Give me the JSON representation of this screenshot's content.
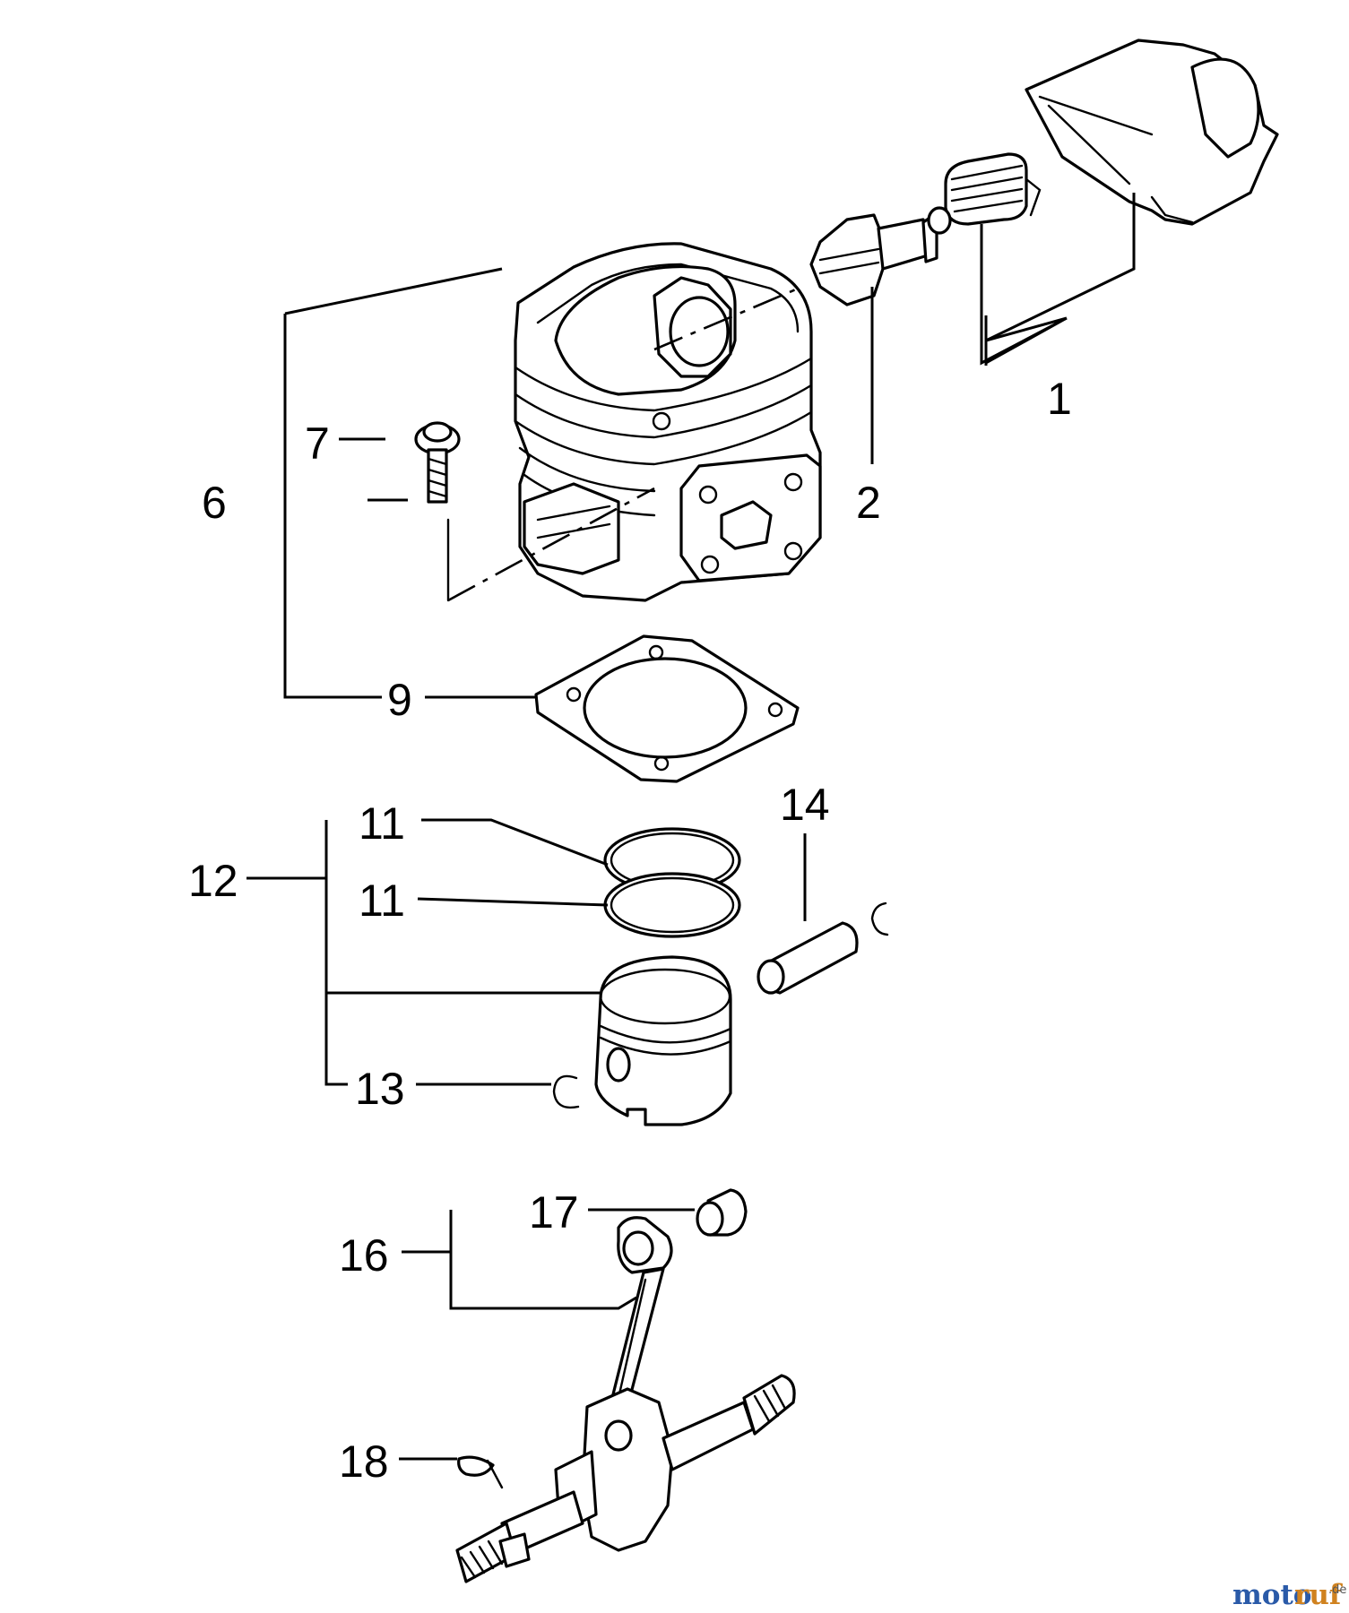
{
  "callouts": {
    "c1": "1",
    "c2": "2",
    "c6": "6",
    "c7": "7",
    "c9": "9",
    "c11a": "11",
    "c11b": "11",
    "c12": "12",
    "c13": "13",
    "c14": "14",
    "c16": "16",
    "c17": "17",
    "c18": "18"
  },
  "watermark": {
    "moto": "moto",
    "ruf": "ruf",
    "tld": ".de"
  },
  "colors": {
    "line": "#000000",
    "background": "#ffffff",
    "watermark_blue": "#2a5aa8",
    "watermark_orange": "#d0821f"
  }
}
